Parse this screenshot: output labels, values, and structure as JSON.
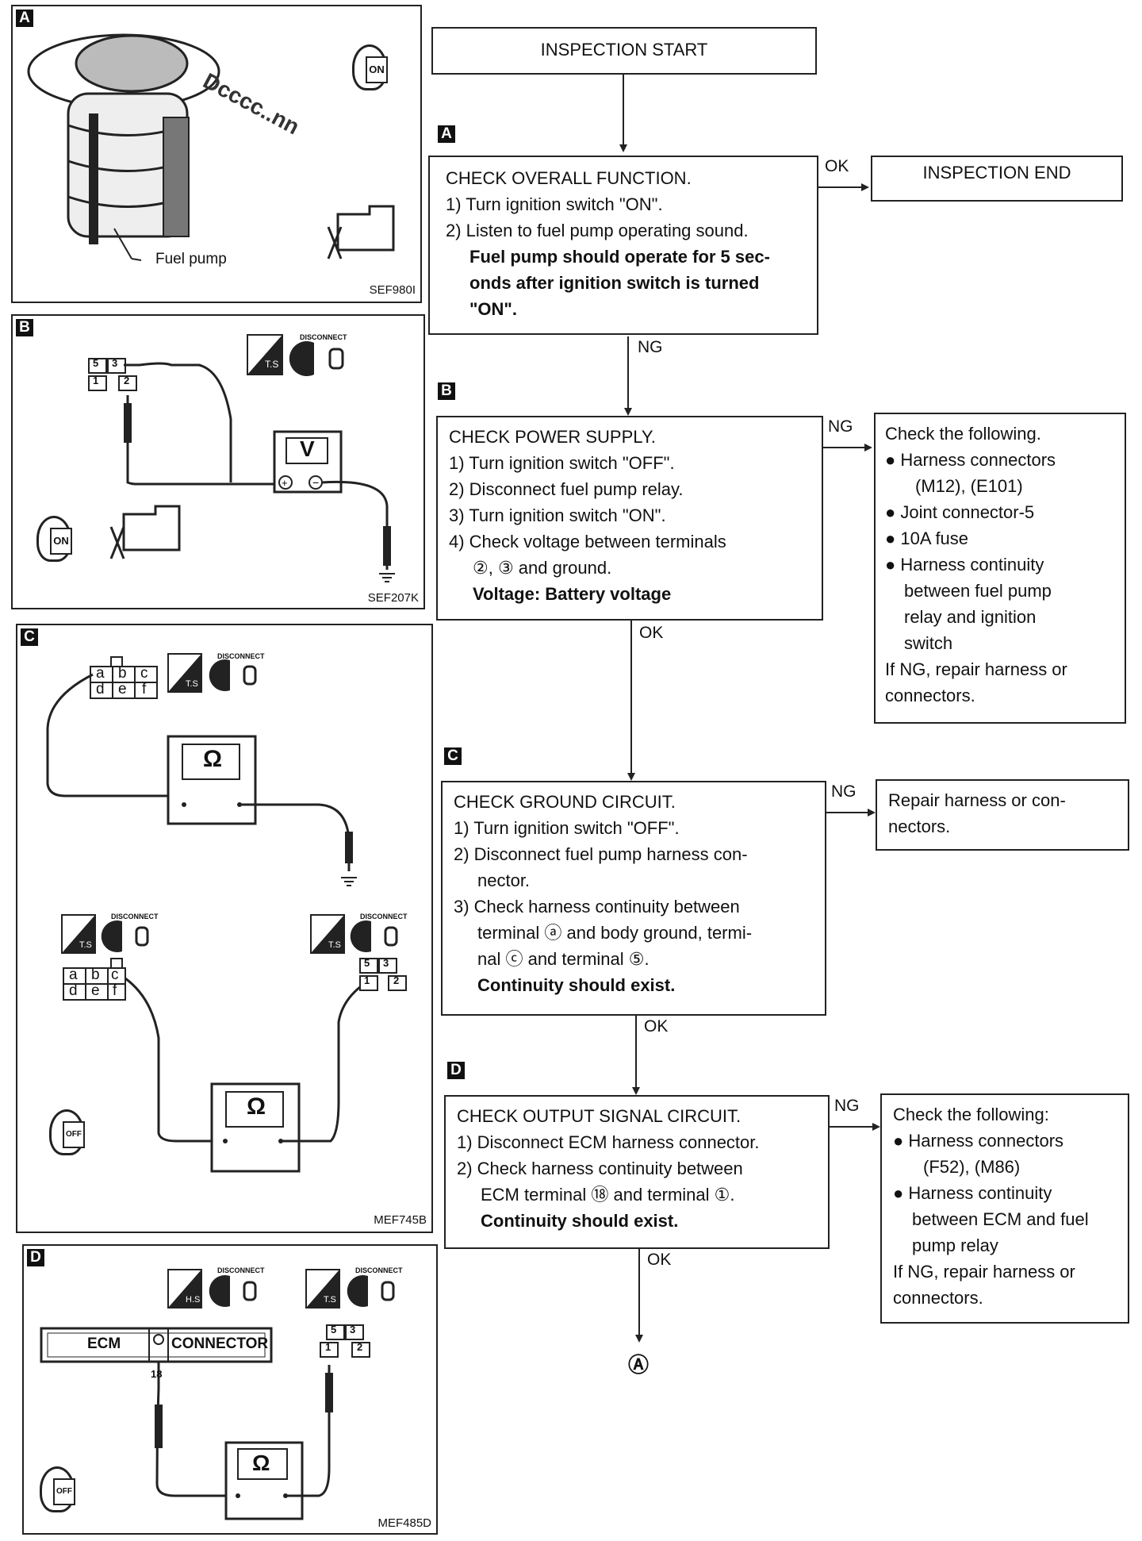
{
  "panels": {
    "A": {
      "tag": "A",
      "fuel_pump_label": "Fuel pump",
      "code": "SEF980I",
      "sound_text": "Dcccc..nn",
      "key_label": "ON"
    },
    "B": {
      "tag": "B",
      "code": "SEF207K",
      "meter_label": "V",
      "ts_label": "T.S",
      "disconnect_label": "DISCONNECT",
      "key_label": "ON",
      "relay_terms": [
        "5",
        "3",
        "1",
        "2"
      ]
    },
    "C": {
      "tag": "C",
      "code": "MEF745B",
      "ohm": "Ω",
      "ts_label": "T.S",
      "disconnect_label": "DISCONNECT",
      "grid_letters": [
        "a",
        "b",
        "c",
        "d",
        "e",
        "f"
      ],
      "relay_terms": [
        "5",
        "3",
        "1",
        "2"
      ],
      "key_label": "OFF"
    },
    "D": {
      "tag": "D",
      "code": "MEF485D",
      "ohm": "Ω",
      "hs_label": "H.S",
      "ts_label": "T.S",
      "disconnect_label": "DISCONNECT",
      "ecm_label": "ECM",
      "connector_label": "CONNECTOR",
      "terminal_18": "18",
      "relay_terms": [
        "5",
        "3",
        "1",
        "2"
      ],
      "key_label": "OFF"
    }
  },
  "flow": {
    "start": "INSPECTION START",
    "end": "INSPECTION END",
    "final_marker": "Ⓐ",
    "steps": {
      "A": {
        "tag": "A",
        "title": "CHECK OVERALL FUNCTION.",
        "lines": [
          "1) Turn ignition switch \"ON\".",
          "2) Listen to fuel pump operating sound."
        ],
        "bold_lines": [
          "Fuel pump should operate for 5 sec-",
          "onds after ignition switch is turned",
          "\"ON\"."
        ]
      },
      "B": {
        "tag": "B",
        "title": "CHECK POWER SUPPLY.",
        "lines": [
          "1) Turn ignition switch \"OFF\".",
          "2) Disconnect fuel pump relay.",
          "3) Turn ignition switch \"ON\".",
          "4) Check voltage between terminals",
          "②, ③ and ground."
        ],
        "bold_lines": [
          "Voltage: Battery voltage"
        ]
      },
      "C": {
        "tag": "C",
        "title": "CHECK GROUND CIRCUIT.",
        "lines": [
          "1) Turn ignition switch \"OFF\".",
          "2) Disconnect fuel pump harness con-",
          "nector.",
          "3) Check harness continuity between",
          "terminal ⓐ and body ground, termi-",
          "nal ⓒ and terminal ⑤."
        ],
        "bold_lines": [
          "Continuity should exist."
        ]
      },
      "D": {
        "tag": "D",
        "title": "CHECK OUTPUT SIGNAL CIRCUIT.",
        "lines": [
          "1) Disconnect ECM harness connector.",
          "2) Check harness continuity between",
          "ECM terminal ⑱ and terminal ①."
        ],
        "bold_lines": [
          "Continuity should exist."
        ]
      }
    },
    "results": {
      "B_ng": {
        "lines": [
          "Check the following.",
          "● Harness connectors",
          "(M12), (E101)",
          "● Joint connector-5",
          "● 10A fuse",
          "● Harness continuity",
          "between fuel pump",
          "relay and ignition",
          "switch",
          "If NG, repair harness or",
          "connectors."
        ]
      },
      "C_ng": {
        "lines": [
          "Repair harness or con-",
          "nectors."
        ]
      },
      "D_ng": {
        "lines": [
          "Check the following:",
          "● Harness connectors",
          "(F52), (M86)",
          "● Harness continuity",
          "between ECM and fuel",
          "pump relay",
          "If NG, repair harness or",
          "connectors."
        ]
      }
    },
    "labels": {
      "ok": "OK",
      "ng": "NG"
    }
  }
}
